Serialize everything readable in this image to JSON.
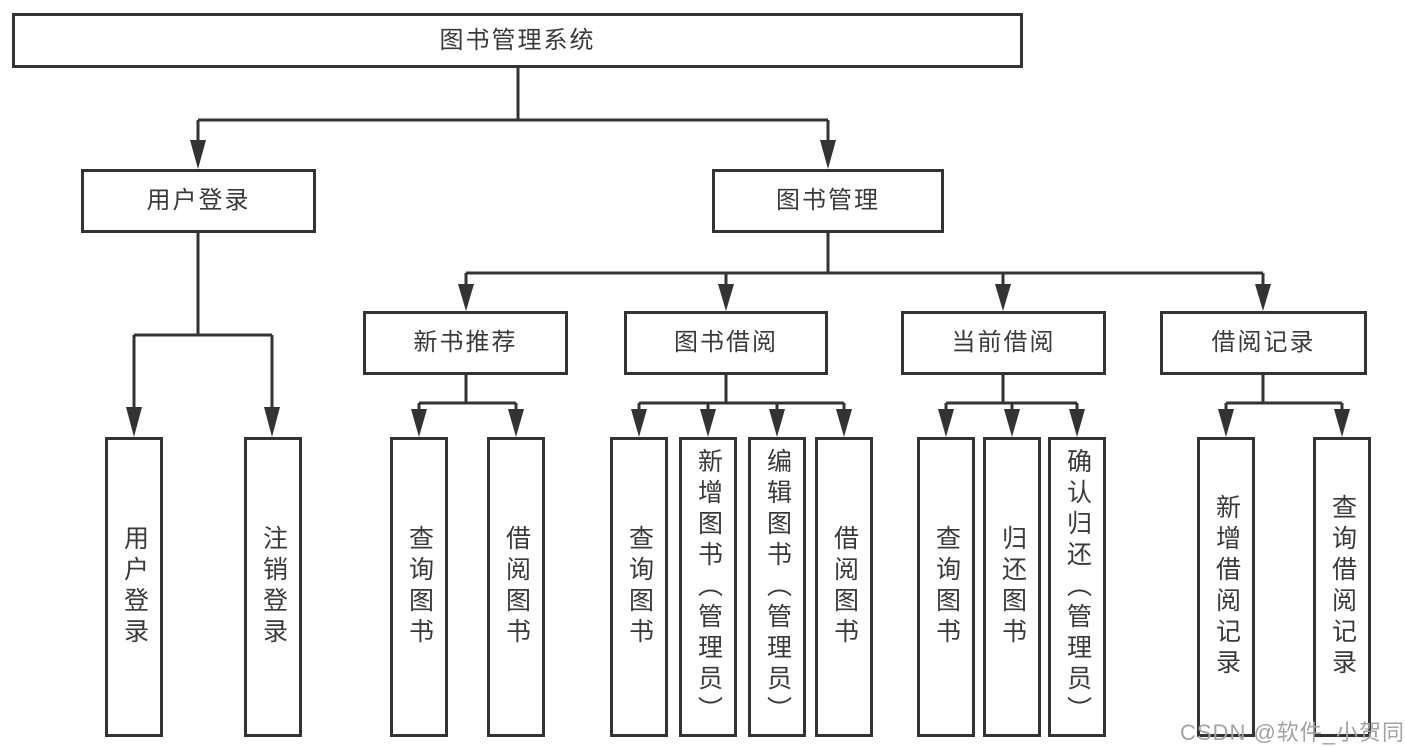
{
  "diagram": {
    "root": {
      "label": "图书管理系统"
    },
    "level2": {
      "user_login": {
        "label": "用户登录"
      },
      "book_mgmt": {
        "label": "图书管理"
      }
    },
    "level3": {
      "new_books": {
        "label": "新书推荐"
      },
      "book_borrow": {
        "label": "图书借阅"
      },
      "current_borrow": {
        "label": "当前借阅"
      },
      "borrow_records": {
        "label": "借阅记录"
      }
    },
    "level4": {
      "user_login_op": {
        "label": "用户登录"
      },
      "logout_op": {
        "label": "注销登录"
      },
      "nb_query": {
        "label": "查询图书"
      },
      "nb_borrow": {
        "label": "借阅图书"
      },
      "bb_query": {
        "label": "查询图书"
      },
      "bb_add": {
        "label": "新增图书（管理员）"
      },
      "bb_edit": {
        "label": "编辑图书（管理员）"
      },
      "bb_borrow": {
        "label": "借阅图书"
      },
      "cb_query": {
        "label": "查询图书"
      },
      "cb_return": {
        "label": "归还图书"
      },
      "cb_confirm": {
        "label": "确认归还（管理员）"
      },
      "br_add": {
        "label": "新增借阅记录"
      },
      "br_query": {
        "label": "查询借阅记录"
      }
    }
  },
  "watermark": "CSDN @软件_小贺同学",
  "colors": {
    "line": "#333333",
    "text": "#3a3a3a",
    "watermark": "#a3a3a3",
    "background": "#ffffff"
  }
}
